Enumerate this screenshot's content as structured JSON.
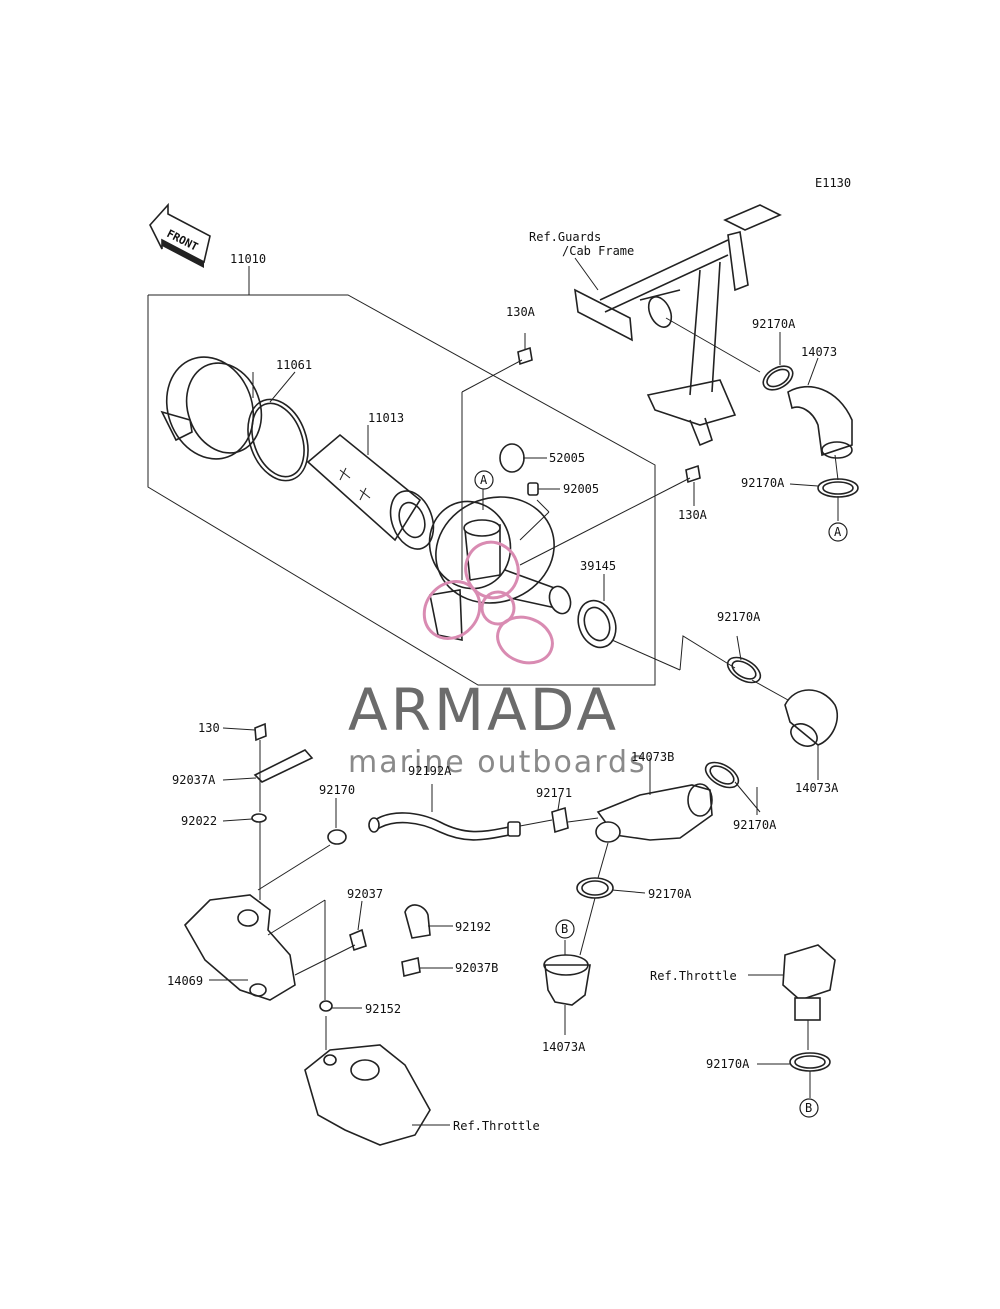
{
  "diagram_code": "E1130",
  "front_arrow_label": "FRONT",
  "watermark": {
    "title": "ARMADA",
    "subtitle": "marine outboards",
    "color": "#d98bb2"
  },
  "references": {
    "guards_line1": "Ref.Guards",
    "guards_line2": "/Cab Frame",
    "throttle_right": "Ref.Throttle",
    "throttle_bottom": "Ref.Throttle"
  },
  "connectors": {
    "a": "A",
    "b": "B"
  },
  "parts": {
    "p11010": "11010",
    "p11061": "11061",
    "p11013": "11013",
    "p130A_top": "130A",
    "p52005": "52005",
    "p92005": "92005",
    "p130A_right": "130A",
    "p39145": "39145",
    "p92170A_top": "92170A",
    "p14073": "14073",
    "p92170A_mid": "92170A",
    "p92170A_right": "92170A",
    "p14073A_right": "14073A",
    "p92170A_lower": "92170A",
    "p14073B": "14073B",
    "p92171": "92171",
    "p92192A": "92192A",
    "p92170": "92170",
    "p130": "130",
    "p92037A": "92037A",
    "p92022": "92022",
    "p92037": "92037",
    "p92192": "92192",
    "p92037B": "92037B",
    "p14069": "14069",
    "p92152": "92152",
    "p92170A_center": "92170A",
    "p14073A_bottom": "14073A",
    "p92170A_bottomright": "92170A"
  }
}
